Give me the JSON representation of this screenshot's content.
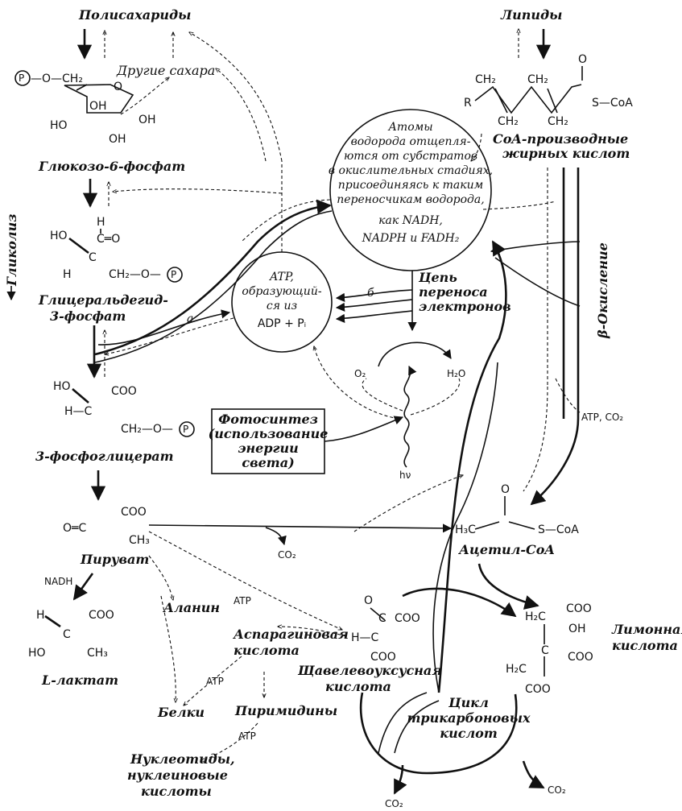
{
  "labels": {
    "polysaccharides": "Полисахариды",
    "lipids": "Липиды",
    "other_sugars": "Другие сахара",
    "glucose6p": "Глюкозо-6-фосфат",
    "glycolysis": "Гликолиз",
    "g3p_line1": "Глицеральдегид-",
    "g3p_line2": "3-фосфат",
    "pg3": "3-фосфоглицерат",
    "pyruvate": "Пируват",
    "lactate": "L-лактат",
    "alanine": "Аланин",
    "asp_line1": "Аспарагиновая",
    "asp_line2": "кислота",
    "oxal_line1": "Щавелевоуксусная",
    "oxal_line2": "кислота",
    "proteins": "Белки",
    "pyrimidines": "Пиримидины",
    "nucl_line1": "Нуклеотиды,",
    "nucl_line2": "нуклеиновые",
    "nucl_line3": "кислоты",
    "coa_line1": "CoA-производные",
    "coa_line2": "жирных кислот",
    "beta_ox": "β-Окисление",
    "acetyl_coa": "Ацетил-CoA",
    "citric_line1": "Лимонная",
    "citric_line2": "кислота",
    "tca_line1": "Цикл",
    "tca_line2": "трикарбоновых",
    "tca_line3": "кислот",
    "etc_line1": "Цепь",
    "etc_line2": "переноса",
    "etc_line3": "электронов",
    "photo_line1": "Фотосинтез",
    "photo_line2": "(использование",
    "photo_line3": "энергии",
    "photo_line4": "света)"
  },
  "hydrogen_circle": {
    "lines": [
      "Атомы",
      "водорода отщепля-",
      "ются от субстратов",
      "в окислительных стадиях,",
      "присоединяясь к таким",
      "переносчикам водорода,"
    ],
    "carriers": [
      "как NADH,",
      "NADPH и FADH₂"
    ]
  },
  "atp_circle": {
    "lines": [
      "ATP,",
      "образующий-",
      "ся из",
      "ADP + Pᵢ"
    ]
  },
  "chem": {
    "p": "P",
    "o_ch2": "—O—CH₂",
    "oh": "OH",
    "ho": "HO",
    "h": "H",
    "c": "C",
    "o": "O",
    "ceo": "C═O",
    "ch2_o": "CH₂—O—",
    "coo": "COO",
    "h_c": "H—C",
    "o_eq_c": "O═C",
    "ch3": "CH₃",
    "ch2": "CH₂",
    "r": "R",
    "s_coa": "S—CoA",
    "h3c": "H₃C",
    "h2c": "H₂C",
    "o2": "O₂",
    "h2o": "H₂O",
    "co2": "CO₂",
    "hv": "hν",
    "atp": "ATP",
    "atp_co2": "ATP, CO₂",
    "nadh": "NADH",
    "a": "а",
    "b": "б"
  }
}
